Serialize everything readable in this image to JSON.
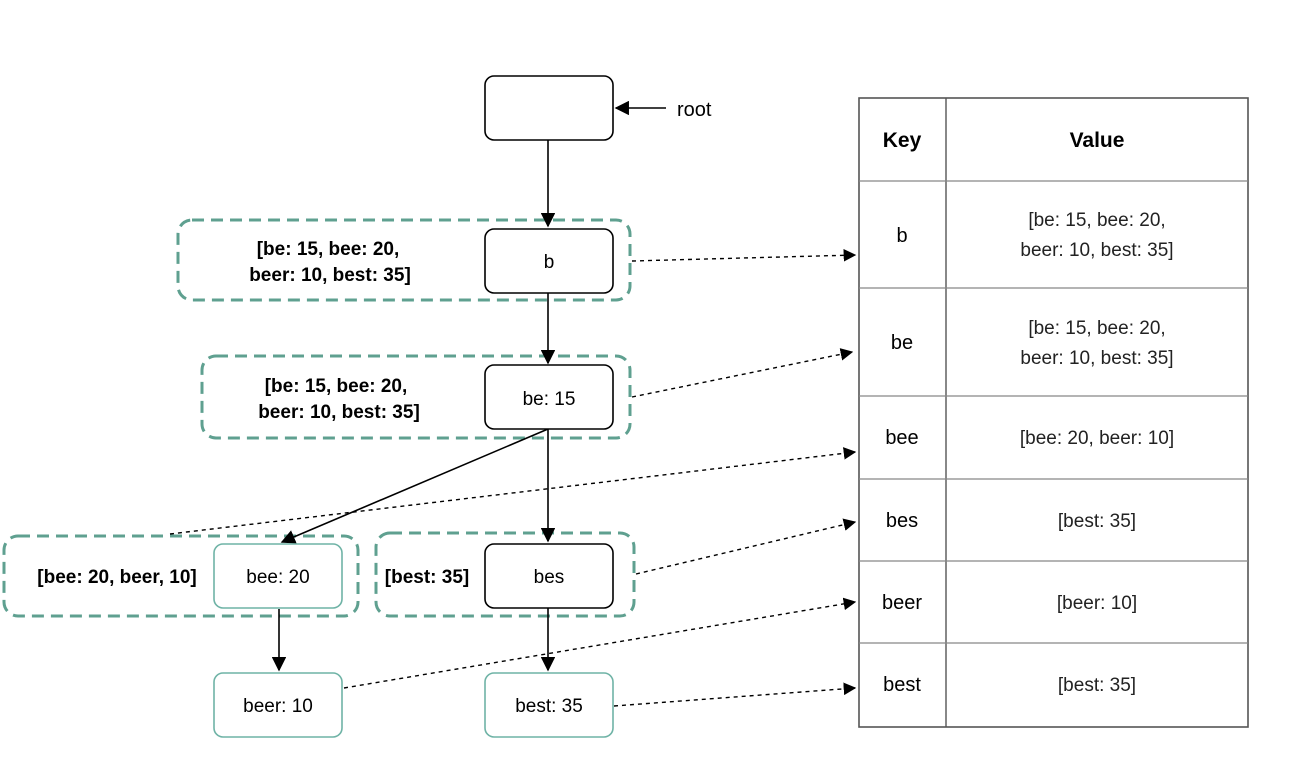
{
  "root_label": "root",
  "nodes": {
    "root": "",
    "b": "b",
    "be": "be: 15",
    "bee": "bee: 20",
    "bes": "bes",
    "beer": "beer: 10",
    "best": "best: 35"
  },
  "cache_labels": {
    "b": [
      "[be: 15, bee: 20,",
      "beer: 10, best: 35]"
    ],
    "be": [
      "[be: 15, bee: 20,",
      "beer: 10, best: 35]"
    ],
    "bee": "[bee: 20, beer, 10]",
    "bes": "[best: 35]"
  },
  "table": {
    "headers": {
      "key": "Key",
      "value": "Value"
    },
    "rows": [
      {
        "key": "b",
        "value": [
          "[be: 15, bee: 20,",
          "beer: 10, best: 35]"
        ]
      },
      {
        "key": "be",
        "value": [
          "[be: 15, bee: 20,",
          "beer: 10, best: 35]"
        ]
      },
      {
        "key": "bee",
        "value": [
          "[bee: 20, beer: 10]"
        ]
      },
      {
        "key": "bes",
        "value": [
          "[best: 35]"
        ]
      },
      {
        "key": "beer",
        "value": [
          "[beer: 10]"
        ]
      },
      {
        "key": "best",
        "value": [
          "[best: 35]"
        ]
      }
    ]
  },
  "colors": {
    "dashed_group": "#5fa090",
    "teal_node": "#6fb3a6",
    "dark_stroke": "#000000",
    "table_border": "#888888"
  }
}
